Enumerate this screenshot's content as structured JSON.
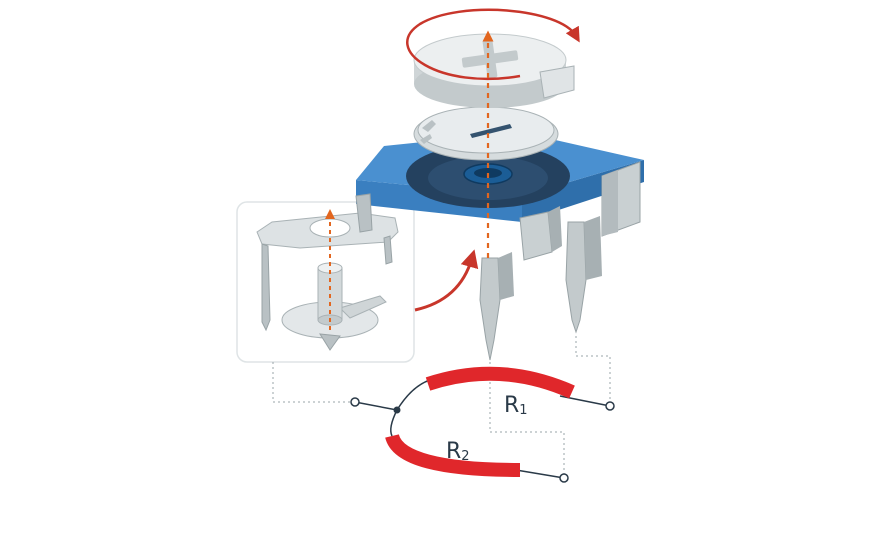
{
  "labels": {
    "r1_main": "R",
    "r1_sub": "1",
    "r2_main": "R",
    "r2_sub": "2"
  },
  "colors": {
    "housing_blue": "#3f86c6",
    "housing_blue_dark": "#2f6fab",
    "metal_grey": "#b9c1c4",
    "metal_light": "#e4e8e9",
    "resistive_track": "#e0272b",
    "rotation_arrow": "#c8362b",
    "axis_arrow": "#e2661f",
    "leader_line": "#9aa4a8"
  }
}
